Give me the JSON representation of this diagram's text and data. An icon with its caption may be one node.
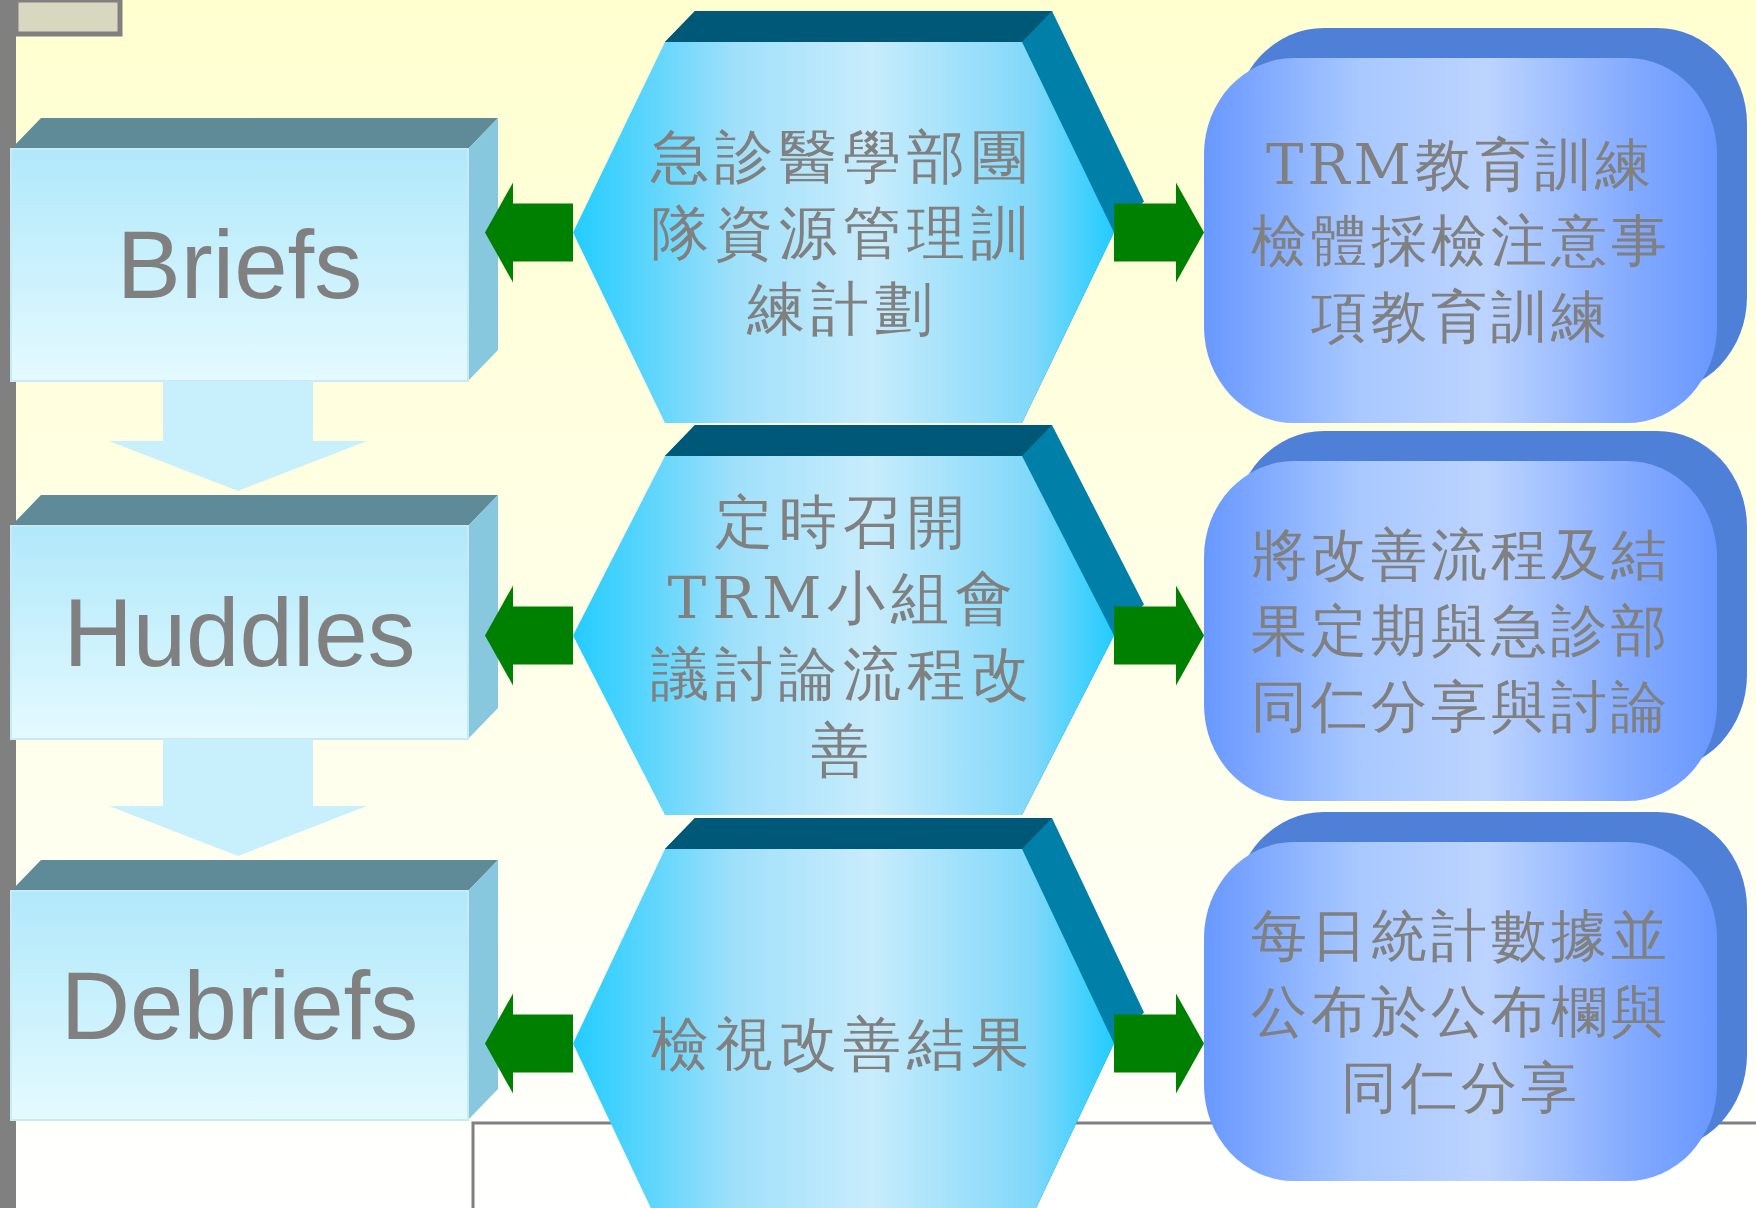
{
  "diagram": {
    "nodes": [
      {
        "text": [
          "Briefs"
        ]
      },
      {
        "text": [
          "Huddles"
        ]
      },
      {
        "text": [
          "Debriefs"
        ]
      },
      {
        "text": [
          "急診醫學部團隊資源管理訓練計劃"
        ]
      },
      {
        "text": [
          "定時召開TRM小組會議討論流程改善"
        ]
      },
      {
        "text": [
          "檢視改善結果"
        ]
      },
      {
        "text": [
          "TRM教育訓練檢體採檢注意事項教育訓練"
        ]
      },
      {
        "text": [
          "將改善流程及結果定期與急診部同仁分享與討論"
        ]
      },
      {
        "text": [
          "每日統計數據並公布於公布欄與同仁分享"
        ]
      }
    ],
    "edges": [
      {
        "from": 0,
        "to": 1,
        "arrow": "to",
        "style": "thick",
        "color": "#c8f0fc"
      },
      {
        "from": 1,
        "to": 2,
        "arrow": "to",
        "style": "thick",
        "color": "#c8f0fc"
      },
      {
        "from": 3,
        "to": 0,
        "arrow": "to"
      },
      {
        "from": 3,
        "to": 6,
        "arrow": "to"
      },
      {
        "from": 4,
        "to": 1,
        "arrow": "to"
      },
      {
        "from": 4,
        "to": 7,
        "arrow": "to"
      },
      {
        "from": 5,
        "to": 2,
        "arrow": "to"
      },
      {
        "from": 5,
        "to": 8,
        "arrow": "to"
      }
    ]
  }
}
